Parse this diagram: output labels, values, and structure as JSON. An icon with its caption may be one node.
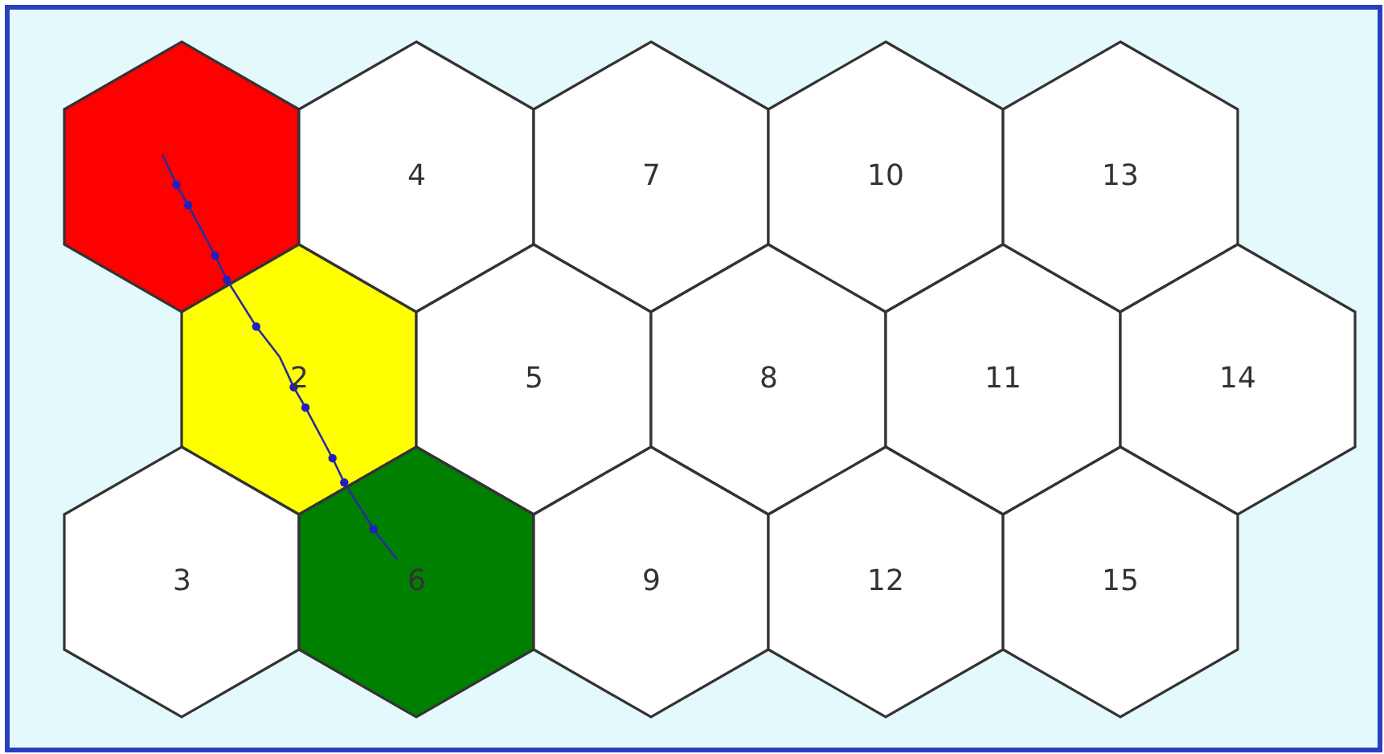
{
  "diagram": {
    "nodes": [
      {
        "text": [],
        "shape": "hexagon"
      },
      {
        "text": [
          "2"
        ]
      },
      {
        "text": [
          "3"
        ]
      },
      {
        "text": [
          "4"
        ]
      },
      {
        "text": [
          "5"
        ]
      },
      {
        "text": [
          "6"
        ]
      },
      {
        "text": [
          "7"
        ]
      },
      {
        "text": [
          "8"
        ]
      },
      {
        "text": [
          "9"
        ]
      },
      {
        "text": [
          "10"
        ]
      },
      {
        "text": [
          "11"
        ]
      },
      {
        "text": [
          "12"
        ]
      },
      {
        "text": [
          "13"
        ]
      },
      {
        "text": [
          "14"
        ]
      },
      {
        "text": [
          "15"
        ]
      }
    ],
    "edges": [
      {
        "from": 0,
        "to": 1,
        "arrow": "none"
      },
      {
        "from": 1,
        "to": 5,
        "arrow": "none"
      }
    ]
  }
}
